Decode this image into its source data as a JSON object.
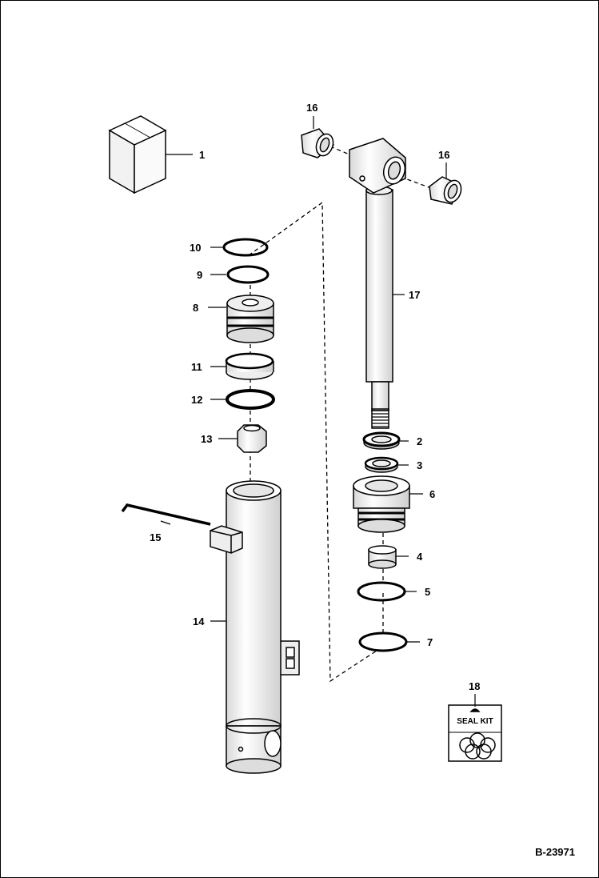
{
  "diagram": {
    "reference": "B-23971",
    "callouts": [
      "1",
      "2",
      "3",
      "4",
      "5",
      "6",
      "7",
      "8",
      "9",
      "10",
      "11",
      "12",
      "13",
      "14",
      "15",
      "16",
      "16",
      "17",
      "18"
    ],
    "seal_kit_label": "SEAL KIT"
  }
}
